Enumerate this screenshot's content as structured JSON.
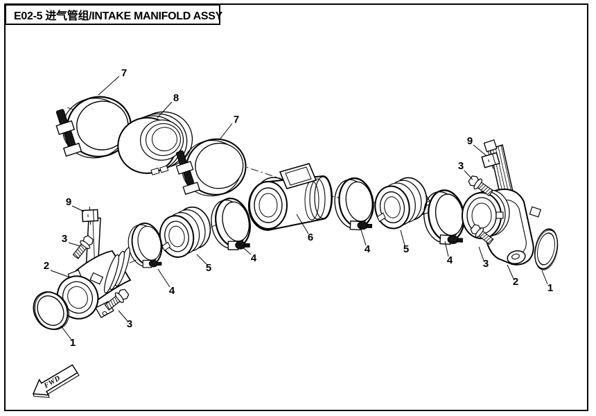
{
  "title": {
    "text": "E02-5 进气管组/INTAKE MANIFOLD ASSY"
  },
  "direction_marker": {
    "label": "FWD"
  },
  "colors": {
    "line": "#000000",
    "background": "#ffffff"
  },
  "parts": {
    "seal_ring": "1",
    "throttle_adapter": "2",
    "bolt": "3",
    "clamp_small": "4",
    "connecting_boot": "5",
    "intake_duct": "6",
    "clamp_large": "7",
    "corrugated_hose": "8",
    "sensor": "9"
  }
}
